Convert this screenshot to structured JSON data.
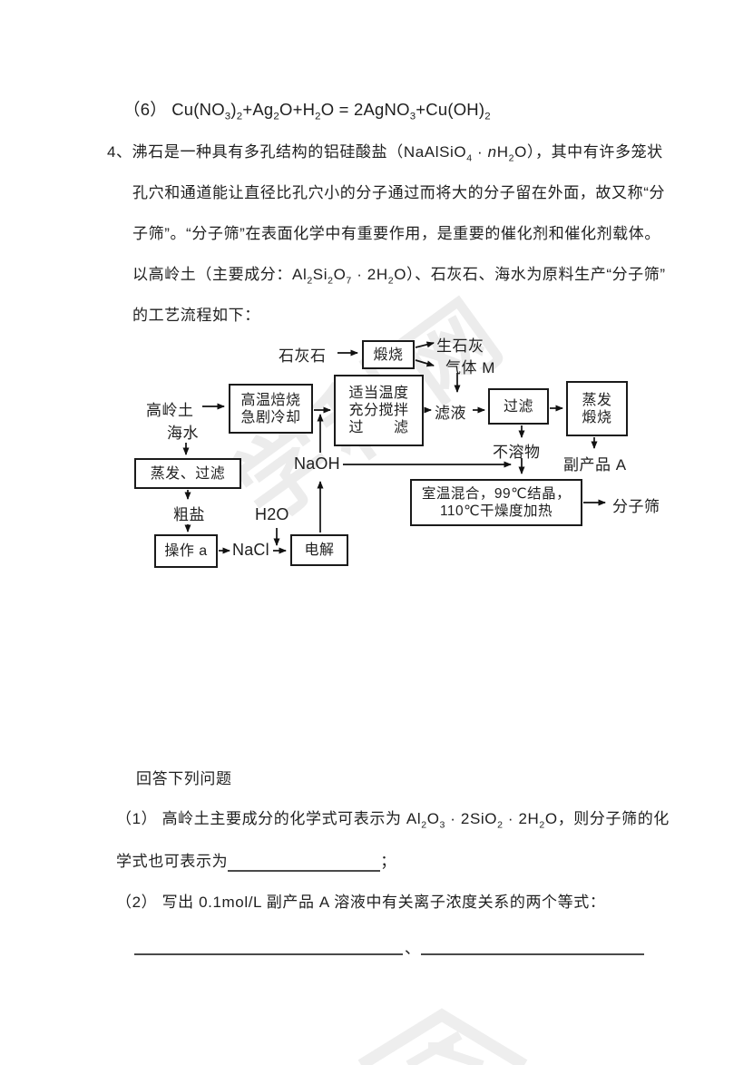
{
  "doc": {
    "equation6": "（6） Cu(NO_3_)_2_+Ag_2_O+H_2_O = 2AgNO_3_+Cu(OH)_2_",
    "para": [
      "4、沸石是一种具有多孔结构的铝硅酸盐（NaAlSiO_4_ · *n*H_2_O），其中有许多笼状",
      "孔穴和通道能让直径比孔穴小的分子通过而将大的分子留在外面，故又称“分",
      "子筛”。“分子筛”在表面化学中有重要作用，是重要的催化剂和催化剂载体。",
      "以高岭土（主要成分：Al_2_Si_2_O_7_ · 2H_2_O）、石灰石、海水为原料生产“分子筛”",
      "的工艺流程如下："
    ],
    "questions": {
      "heading": "回答下列问题",
      "q1_line1": "（1） 高岭土主要成分的化学式可表示为 Al_2_O_3_ · 2SiO_2_ · 2H_2_O，则分子筛的化",
      "q1_prefix": "学式也可表示为",
      "q1_suffix": "；",
      "q2_line": "（2） 写出 0.1mol/L 副产品 A 溶液中有关离子浓度关系的两个等式：",
      "blank_separator": "、"
    }
  },
  "flowchart": {
    "limestone": "石灰石",
    "quicklime": "生石灰",
    "gas_m": "气体 M",
    "kaolin": "高岭土",
    "seawater": "海水",
    "filtrate": "滤液",
    "naoh": "NaOH",
    "insoluble": "不溶物",
    "byproduct_a": "副产品 A",
    "crude_salt": "粗盐",
    "h2o": "H2O",
    "nacl": "NaCl",
    "sieve": "分子筛",
    "box_kiln": "煅烧",
    "box_bake1": "高温焙烧",
    "box_bake2": "急剧冷却",
    "box_stir1": "适当温度",
    "box_stir2": "充分搅拌",
    "box_stir3": "过　　滤",
    "box_filter": "过滤",
    "box_evap1": "蒸发",
    "box_evap2": "煅烧",
    "box_evapfilter": "蒸发、过滤",
    "box_op_a": "操作 a",
    "box_electrolysis": "电解",
    "box_mix1": "室温混合，99℃结晶，",
    "box_mix2": "110℃干燥度加热"
  },
  "watermark": {
    "text": "学科网"
  },
  "colors": {
    "ink": "#1f1f1f",
    "box_border": "#1a1a1a",
    "underline": "#4a4a4a",
    "watermark": "#ececec"
  }
}
